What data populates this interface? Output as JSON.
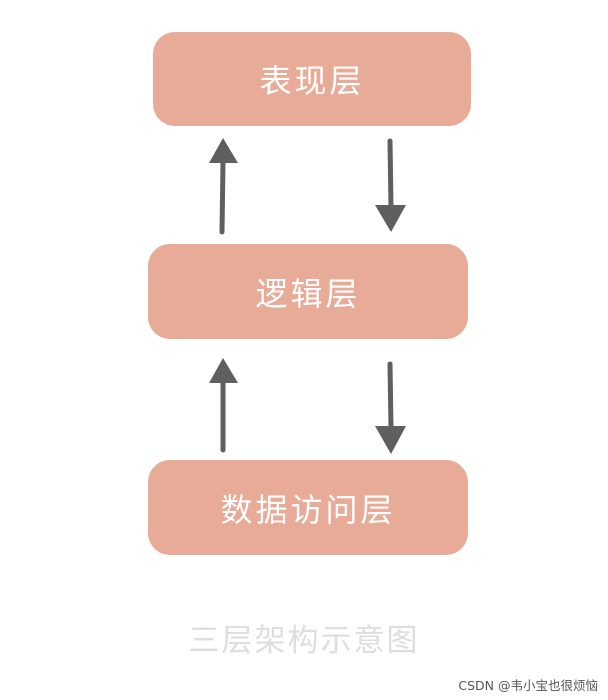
{
  "layers": {
    "presentation": "表现层",
    "logic": "逻辑层",
    "data_access": "数据访问层"
  },
  "caption": "三层架构示意图",
  "watermark": "CSDN @韦小宝也很烦恼",
  "colors": {
    "box_fill": "#e8ab98",
    "box_text": "#ffffff",
    "arrow": "#5f5f5f",
    "caption": "#dedede",
    "background": "#ffffff"
  }
}
